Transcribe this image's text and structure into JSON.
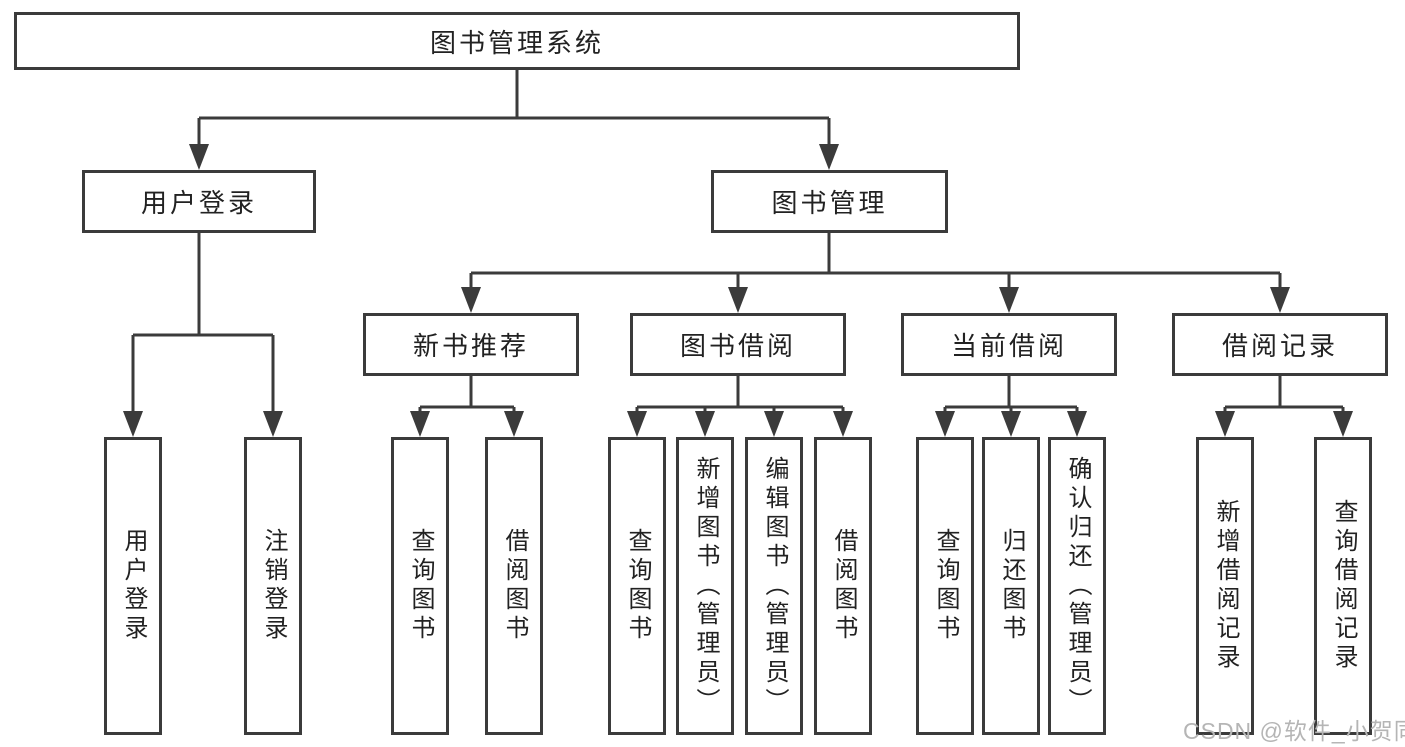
{
  "diagram": {
    "root": "图书管理系统",
    "level2": [
      "用户登录",
      "图书管理"
    ],
    "level3": [
      "新书推荐",
      "图书借阅",
      "当前借阅",
      "借阅记录"
    ],
    "leaves": {
      "user_login": [
        "用户登录",
        "注销登录"
      ],
      "new_book_recommend": [
        "查询图书",
        "借阅图书"
      ],
      "book_borrowing": [
        "查询图书",
        "新增图书（管理员）",
        "编辑图书（管理员）",
        "借阅图书"
      ],
      "current_borrowing": [
        "查询图书",
        "归还图书",
        "确认归还（管理员）"
      ],
      "borrowing_records": [
        "新增借阅记录",
        "查询借阅记录"
      ]
    }
  },
  "watermark": "CSDN @软件_小贺同学",
  "colors": {
    "line": "#3b3b3b",
    "text": "#222222",
    "watermark": "#b5b5b5",
    "background": "#ffffff"
  }
}
